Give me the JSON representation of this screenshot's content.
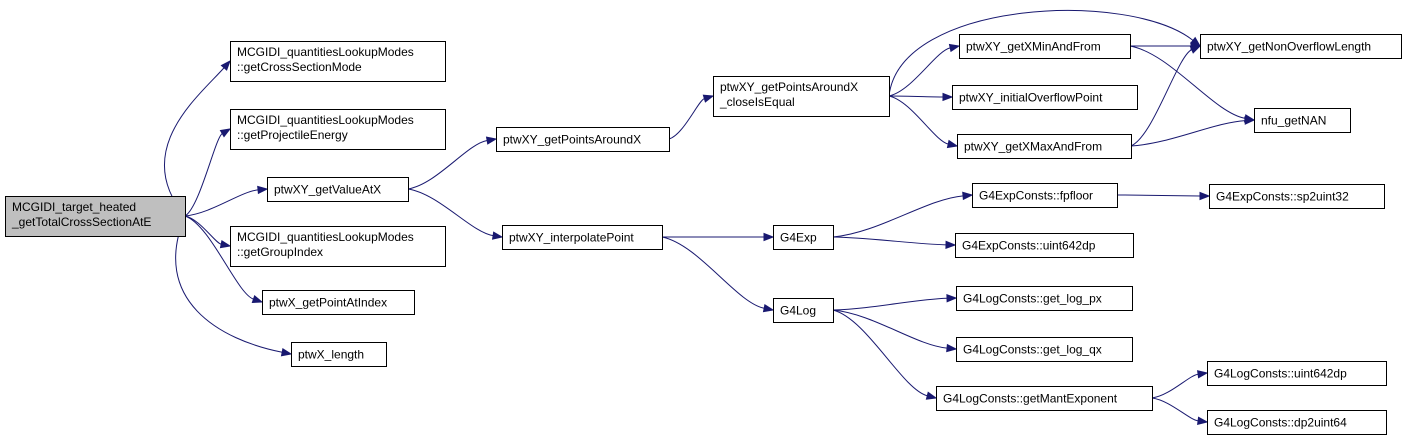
{
  "colors": {
    "node_fill": "#ffffff",
    "root_fill": "#bfbfbf",
    "node_border": "#000000",
    "edge": "#191970"
  },
  "nodes": [
    {
      "id": "root",
      "lines": [
        "MCGIDI_target_heated",
        "_getTotalCrossSectionAtE"
      ],
      "root": true
    },
    {
      "id": "getCrossSectionMode",
      "lines": [
        "MCGIDI_quantitiesLookupModes",
        "::getCrossSectionMode"
      ]
    },
    {
      "id": "getProjectileEnergy",
      "lines": [
        "MCGIDI_quantitiesLookupModes",
        "::getProjectileEnergy"
      ]
    },
    {
      "id": "getValueAtX",
      "lines": [
        "ptwXY_getValueAtX"
      ]
    },
    {
      "id": "getGroupIndex",
      "lines": [
        "MCGIDI_quantitiesLookupModes",
        "::getGroupIndex"
      ]
    },
    {
      "id": "getPointAtIndex",
      "lines": [
        "ptwX_getPointAtIndex"
      ]
    },
    {
      "id": "ptwX_length",
      "lines": [
        "ptwX_length"
      ]
    },
    {
      "id": "getPointsAroundX",
      "lines": [
        "ptwXY_getPointsAroundX"
      ]
    },
    {
      "id": "interpolatePoint",
      "lines": [
        "ptwXY_interpolatePoint"
      ]
    },
    {
      "id": "closeIsEqual",
      "lines": [
        "ptwXY_getPointsAroundX",
        "_closeIsEqual"
      ]
    },
    {
      "id": "G4Exp",
      "lines": [
        "G4Exp"
      ]
    },
    {
      "id": "G4Log",
      "lines": [
        "G4Log"
      ]
    },
    {
      "id": "getXMinAndFrom",
      "lines": [
        "ptwXY_getXMinAndFrom"
      ]
    },
    {
      "id": "initialOverflowPoint",
      "lines": [
        "ptwXY_initialOverflowPoint"
      ]
    },
    {
      "id": "getXMaxAndFrom",
      "lines": [
        "ptwXY_getXMaxAndFrom"
      ]
    },
    {
      "id": "fpfloor",
      "lines": [
        "G4ExpConsts::fpfloor"
      ]
    },
    {
      "id": "exp_uint642dp",
      "lines": [
        "G4ExpConsts::uint642dp"
      ]
    },
    {
      "id": "get_log_px",
      "lines": [
        "G4LogConsts::get_log_px"
      ]
    },
    {
      "id": "get_log_qx",
      "lines": [
        "G4LogConsts::get_log_qx"
      ]
    },
    {
      "id": "getMantExponent",
      "lines": [
        "G4LogConsts::getMantExponent"
      ]
    },
    {
      "id": "getNonOverflowLength",
      "lines": [
        "ptwXY_getNonOverflowLength"
      ]
    },
    {
      "id": "nfu_getNAN",
      "lines": [
        "nfu_getNAN"
      ]
    },
    {
      "id": "sp2uint32",
      "lines": [
        "G4ExpConsts::sp2uint32"
      ]
    },
    {
      "id": "log_uint642dp",
      "lines": [
        "G4LogConsts::uint642dp"
      ]
    },
    {
      "id": "dp2uint64",
      "lines": [
        "G4LogConsts::dp2uint64"
      ]
    }
  ],
  "edges": [
    {
      "from": "root",
      "to": "getCrossSectionMode"
    },
    {
      "from": "root",
      "to": "getProjectileEnergy"
    },
    {
      "from": "root",
      "to": "getValueAtX"
    },
    {
      "from": "root",
      "to": "getGroupIndex"
    },
    {
      "from": "root",
      "to": "getPointAtIndex"
    },
    {
      "from": "root",
      "to": "ptwX_length"
    },
    {
      "from": "getValueAtX",
      "to": "getPointsAroundX"
    },
    {
      "from": "getValueAtX",
      "to": "interpolatePoint"
    },
    {
      "from": "getPointsAroundX",
      "to": "closeIsEqual"
    },
    {
      "from": "closeIsEqual",
      "to": "getXMinAndFrom"
    },
    {
      "from": "closeIsEqual",
      "to": "initialOverflowPoint"
    },
    {
      "from": "closeIsEqual",
      "to": "getXMaxAndFrom"
    },
    {
      "from": "closeIsEqual",
      "to": "getNonOverflowLength"
    },
    {
      "from": "getXMinAndFrom",
      "to": "getNonOverflowLength"
    },
    {
      "from": "getXMinAndFrom",
      "to": "nfu_getNAN"
    },
    {
      "from": "getXMaxAndFrom",
      "to": "getNonOverflowLength"
    },
    {
      "from": "getXMaxAndFrom",
      "to": "nfu_getNAN"
    },
    {
      "from": "interpolatePoint",
      "to": "G4Exp"
    },
    {
      "from": "interpolatePoint",
      "to": "G4Log"
    },
    {
      "from": "G4Exp",
      "to": "fpfloor"
    },
    {
      "from": "G4Exp",
      "to": "exp_uint642dp"
    },
    {
      "from": "fpfloor",
      "to": "sp2uint32"
    },
    {
      "from": "G4Log",
      "to": "get_log_px"
    },
    {
      "from": "G4Log",
      "to": "get_log_qx"
    },
    {
      "from": "G4Log",
      "to": "getMantExponent"
    },
    {
      "from": "getMantExponent",
      "to": "log_uint642dp"
    },
    {
      "from": "getMantExponent",
      "to": "dp2uint64"
    }
  ]
}
